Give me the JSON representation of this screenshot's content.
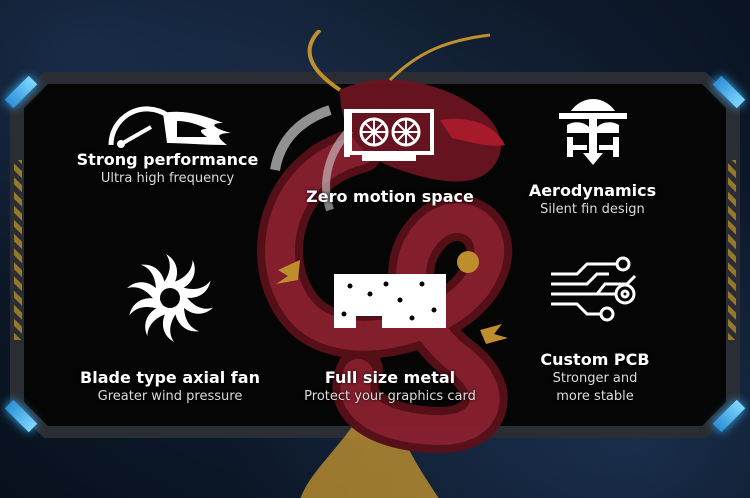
{
  "colors": {
    "accent": "#39b4ff",
    "panel": "#050505",
    "frame": "#2a2d33",
    "dragon": "#6b1420",
    "gold": "#c9962f"
  },
  "features": [
    {
      "icon": "speedometer-flame-icon",
      "title": "Strong performance",
      "subtitle": "Ultra high frequency"
    },
    {
      "icon": "graphics-card-icon",
      "title": "Zero motion space",
      "subtitle": ""
    },
    {
      "icon": "aerodynamics-icon",
      "title": "Aerodynamics",
      "subtitle": "Silent fin design"
    },
    {
      "icon": "axial-fan-icon",
      "title": "Blade type axial fan",
      "subtitle": "Greater wind pressure"
    },
    {
      "icon": "metal-backplate-icon",
      "title": "Full size metal",
      "subtitle": "Protect your graphics card"
    },
    {
      "icon": "circuit-pcb-icon",
      "title": "Custom PCB",
      "subtitle": "Stronger and",
      "subtitle2": "more stable"
    }
  ]
}
